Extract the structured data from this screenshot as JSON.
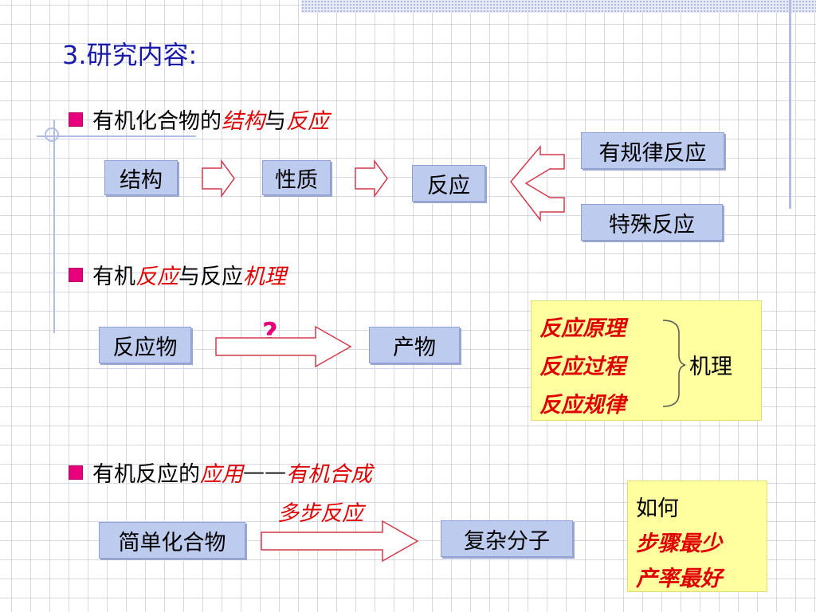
{
  "title": "3.研究内容:",
  "sections": [
    {
      "parts": [
        {
          "text": "有机化合物的",
          "style": "normal"
        },
        {
          "text": "结构",
          "style": "red"
        },
        {
          "text": "与",
          "style": "normal"
        },
        {
          "text": "反应",
          "style": "red"
        }
      ]
    },
    {
      "parts": [
        {
          "text": "有机",
          "style": "normal"
        },
        {
          "text": "反应",
          "style": "red"
        },
        {
          "text": "与反应",
          "style": "normal"
        },
        {
          "text": "机理",
          "style": "red"
        }
      ]
    },
    {
      "parts": [
        {
          "text": "有机反应的",
          "style": "normal"
        },
        {
          "text": "应用",
          "style": "red"
        },
        {
          "text": "——",
          "style": "normal"
        },
        {
          "text": "有机合成",
          "style": "red"
        }
      ]
    }
  ],
  "flow1": {
    "structure": "结构",
    "property": "性质",
    "reaction": "反应",
    "regular": "有规律反应",
    "special": "特殊反应"
  },
  "flow2": {
    "reactant": "反应物",
    "question": "?",
    "product": "产物",
    "panel_items": [
      "反应原理",
      "反应过程",
      "反应规律"
    ],
    "mechanism": "机理"
  },
  "flow3": {
    "simple": "简单化合物",
    "multistep": "多步反应",
    "complex": "复杂分子",
    "panel_line1": "如何",
    "panel_line2": "步骤最少",
    "panel_line3": "产率最好"
  },
  "colors": {
    "title": "#1a1aa8",
    "accent_red": "#e00000",
    "bullet": "#e8007a",
    "box": "#bccbee",
    "panel": "#ffffa0"
  }
}
